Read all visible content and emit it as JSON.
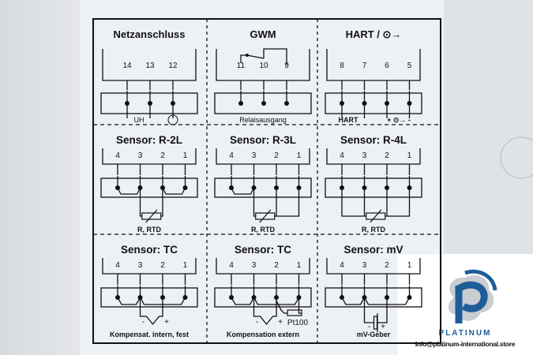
{
  "cells": [
    {
      "title": "Netzanschluss",
      "terminals": [
        "14",
        "13",
        "12"
      ],
      "caption": "",
      "kind": "power",
      "symbols": {
        "supply": "U",
        "sub": "H"
      }
    },
    {
      "title": "GWM",
      "terminals": [
        "11",
        "10",
        "9"
      ],
      "caption": "Relaisausgang",
      "kind": "relay"
    },
    {
      "title": "HART / ⊙→",
      "terminals": [
        "8",
        "7",
        "6",
        "5"
      ],
      "caption": "HART",
      "caption2": "+ ⊙→ -",
      "kind": "hart"
    },
    {
      "title": "Sensor: R-2L",
      "terminals": [
        "4",
        "3",
        "2",
        "1"
      ],
      "caption": "R, RTD",
      "kind": "r2"
    },
    {
      "title": "Sensor: R-3L",
      "terminals": [
        "4",
        "3",
        "2",
        "1"
      ],
      "caption": "R, RTD",
      "kind": "r3"
    },
    {
      "title": "Sensor: R-4L",
      "terminals": [
        "4",
        "3",
        "2",
        "1"
      ],
      "caption": "R, RTD",
      "kind": "r4"
    },
    {
      "title": "Sensor: TC",
      "terminals": [
        "4",
        "3",
        "2",
        "1"
      ],
      "caption": "Kompensat. intern, fest",
      "kind": "tc",
      "minus": "-",
      "plus": "+"
    },
    {
      "title": "Sensor: TC",
      "terminals": [
        "4",
        "3",
        "2",
        "1"
      ],
      "caption": "Kompensation extern",
      "kind": "tcx",
      "minus": "-",
      "plus": "+",
      "extra": "Pt100"
    },
    {
      "title": "Sensor: mV",
      "terminals": [
        "4",
        "3",
        "2",
        "1"
      ],
      "caption": "mV-Geber",
      "kind": "mv",
      "minus": "-",
      "plus": "+"
    }
  ],
  "watermark": {
    "brand": "PLATINUM",
    "email": "Info@platinum-international.store",
    "color": "#1f5d99"
  }
}
